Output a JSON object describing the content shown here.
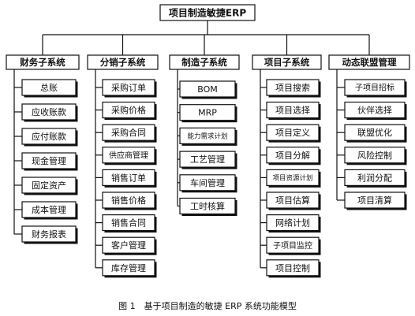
{
  "root": {
    "label": "项目制造敏捷ERP"
  },
  "subsystems": [
    {
      "label": "财务子系统",
      "modules": [
        "总账",
        "应收账款",
        "应付账款",
        "现金管理",
        "固定资产",
        "成本管理",
        "财务报表"
      ]
    },
    {
      "label": "分销子系统",
      "modules": [
        "采购订单",
        "采购价格",
        "采购合同",
        "供应商管理",
        "销售订单",
        "销售价格",
        "销售合同",
        "客户管理",
        "库存管理"
      ]
    },
    {
      "label": "制造子系统",
      "modules": [
        "BOM",
        "MRP",
        "能力需求计划",
        "工艺管理",
        "车间管理",
        "工时核算"
      ]
    },
    {
      "label": "项目子系统",
      "modules": [
        "项目搜索",
        "项目选择",
        "项目定义",
        "项目分解",
        "项目资源计划",
        "项目估算",
        "网络计划",
        "子项目监控",
        "项目控制"
      ]
    },
    {
      "label": "动态联盟管理",
      "modules": [
        "子项目招标",
        "伙伴选择",
        "联盟优化",
        "风险控制",
        "利润分配",
        "项目清算"
      ]
    }
  ],
  "caption": "图 1　基于项目制造的敏捷 ERP 系统功能模型"
}
